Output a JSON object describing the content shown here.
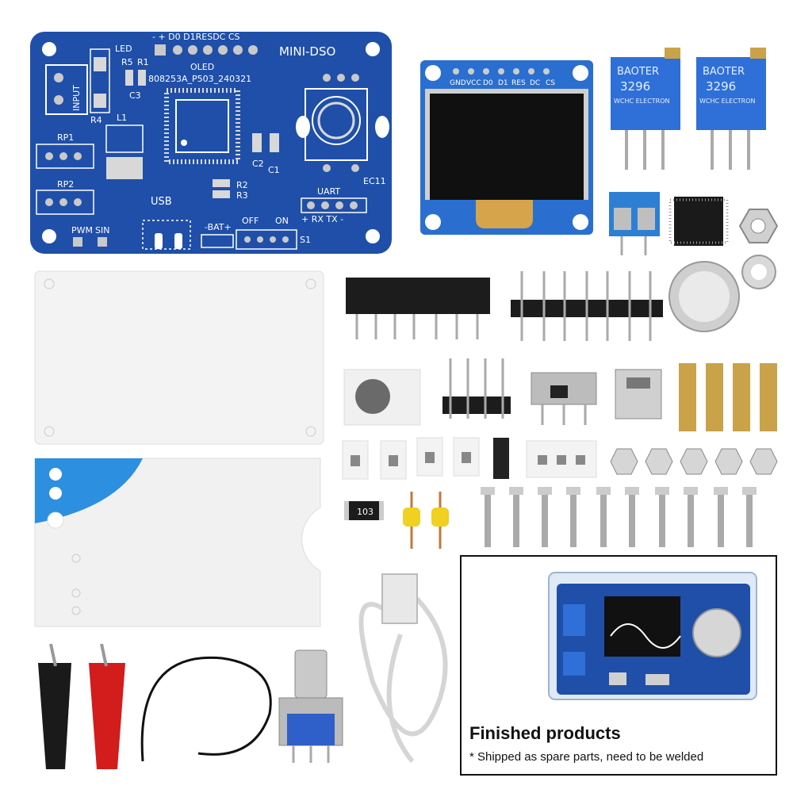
{
  "pcb": {
    "board_name": "MINI-DSO",
    "board_code": "808253A_P503_240321",
    "labels": {
      "input": "INPUT",
      "led": "LED",
      "r5": "R5",
      "r1": "R1",
      "r4": "R4",
      "l1": "L1",
      "c3": "C3",
      "rp1": "RP1",
      "rp2": "RP2",
      "oled": "OLED",
      "header": "-  +  D0 D1RESDC CS",
      "usb": "USB",
      "r2": "R2",
      "r3": "R3",
      "c2": "C2",
      "c1": "C1",
      "ec11": "EC11",
      "uart": "UART",
      "uart_pins": "+ RX TX -",
      "pwm": "PWM",
      "sin": "SIN",
      "bat": "-BAT+",
      "off": "OFF",
      "on": "ON",
      "s1": "S1"
    },
    "color": "#1f4fa8"
  },
  "oled": {
    "pin_labels": [
      "GND",
      "VCC",
      "D0",
      "D1",
      "RES",
      "DC",
      "CS"
    ]
  },
  "potentiometer": {
    "brand": "BAOTER",
    "model": "3296",
    "maker": "WCHC ELECTRON"
  },
  "resistor_marking": "103",
  "inset": {
    "title": "Finished products",
    "note": "* Shipped as spare parts, need to be welded"
  },
  "colors": {
    "pcb_blue": "#1f4fa8",
    "brass": "#c9a24a",
    "clip_black": "#1a1a1a",
    "clip_red": "#d31c1c",
    "terminal_blue": "#2d7fd3",
    "pot_blue": "#2f6fd8"
  }
}
